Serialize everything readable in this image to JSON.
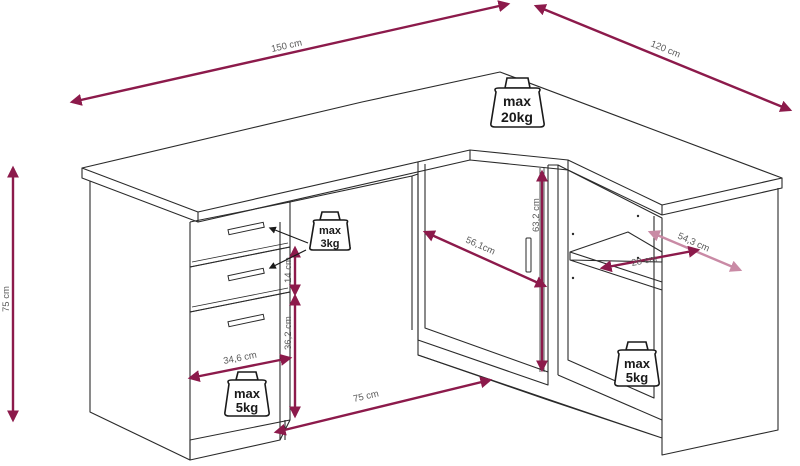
{
  "dimensions": {
    "width_main": "150 cm",
    "depth_side": "120 cm",
    "height": "75 cm",
    "inner_width": "56,1cm",
    "inner_height": "63,2 cm",
    "shelf_outer": "54,3 cm",
    "shelf_inner": "28 cm",
    "drawer_height": "14 cm",
    "cabinet_height": "36,2 cm",
    "drawer_width": "34,6 cm",
    "leg_span": "75 cm"
  },
  "load_limits": {
    "top": {
      "label": "max",
      "value": "20kg"
    },
    "drawer": {
      "label": "max",
      "value": "3kg"
    },
    "cabinet": {
      "label": "max",
      "value": "5kg"
    },
    "shelf": {
      "label": "max",
      "value": "5kg"
    }
  },
  "colors": {
    "dimension_line": "#8c1a4b",
    "outline": "#2a2a2a",
    "label": "#5a5a5a"
  }
}
